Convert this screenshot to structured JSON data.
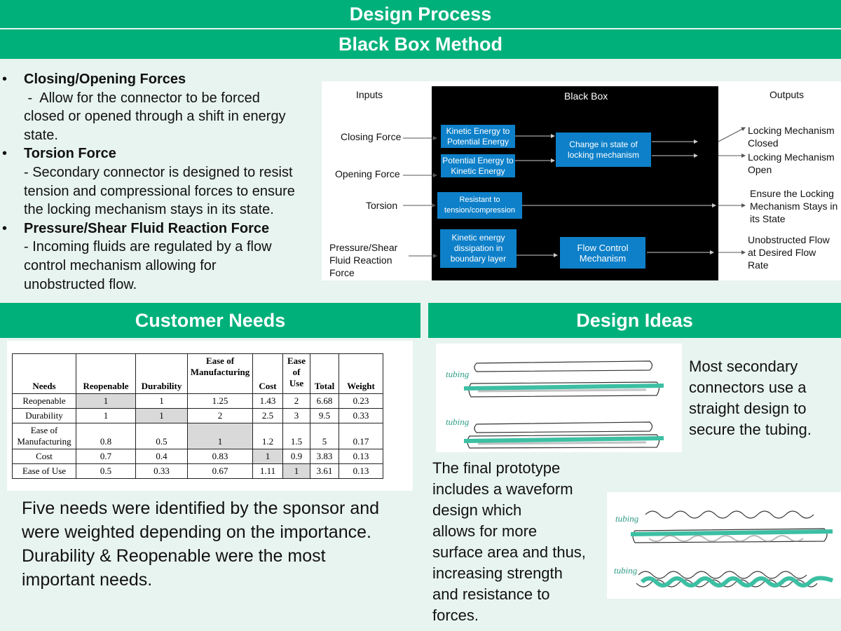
{
  "header": {
    "title": "Design Process",
    "subtitle": "Black Box Method"
  },
  "forces": [
    {
      "heading": "Closing/Opening Forces",
      "lines": [
        " -  Allow for the connector to be forced",
        "closed or opened through a shift in energy",
        "state."
      ]
    },
    {
      "heading": "Torsion Force",
      "lines": [
        "- Secondary connector is designed to resist",
        "tension and compressional forces to ensure",
        "the locking mechanism stays in its state."
      ]
    },
    {
      "heading": "Pressure/Shear Fluid Reaction Force",
      "lines": [
        "- Incoming fluids are regulated by a flow",
        "control mechanism allowing for",
        "unobstructed flow."
      ]
    }
  ],
  "black_box": {
    "inputs_title": "Inputs",
    "box_title": "Black Box",
    "outputs_title": "Outputs",
    "inputs": [
      "Closing Force",
      "Opening Force",
      "Torsion",
      "Pressure/Shear Fluid Reaction Force"
    ],
    "blocks": {
      "k2p": "Kinetic Energy to Potential Energy",
      "p2k": "Potential Energy to Kinetic Energy",
      "change": "Change in state of locking mechanism",
      "resist": "Resistant to tension/compression",
      "dissip": "Kinetic energy dissipation in boundary layer",
      "flow": "Flow Control Mechanism"
    },
    "outputs": [
      "Locking Mechanism Closed",
      "Locking Mechanism Open",
      "Ensure the Locking Mechanism Stays in its State",
      "Unobstructed Flow at Desired Flow Rate"
    ]
  },
  "customer_needs": {
    "title": "Customer Needs",
    "columns": [
      "Needs",
      "Reopenable",
      "Durability",
      "Ease of Manufacturing",
      "Cost",
      "Ease of Use",
      "Total",
      "Weight"
    ],
    "rows": [
      [
        "Reopenable",
        "1",
        "1",
        "1.25",
        "1.43",
        "2",
        "6.68",
        "0.23"
      ],
      [
        "Durability",
        "1",
        "1",
        "2",
        "2.5",
        "3",
        "9.5",
        "0.33"
      ],
      [
        "Ease of Manufacturing",
        "0.8",
        "0.5",
        "1",
        "1.2",
        "1.5",
        "5",
        "0.17"
      ],
      [
        "Cost",
        "0.7",
        "0.4",
        "0.83",
        "1",
        "0.9",
        "3.83",
        "0.13"
      ],
      [
        "Ease of Use",
        "0.5",
        "0.33",
        "0.67",
        "1.11",
        "1",
        "3.61",
        "0.13"
      ]
    ],
    "summary_lines": [
      "Five needs were identified by the sponsor and",
      "were weighted depending on the importance.",
      "Durability & Reopenable were the most",
      "important needs."
    ]
  },
  "design_ideas": {
    "title": "Design Ideas",
    "sketch_label": "tubing",
    "straight_lines": [
      "Most secondary",
      "connectors use a",
      "straight design to",
      "secure the tubing."
    ],
    "final_lines": [
      "The final prototype",
      "includes a waveform",
      "design which",
      "allows for more",
      "surface area and thus,",
      "increasing strength",
      "and resistance to",
      "forces."
    ]
  },
  "colors": {
    "band": "#00b07a",
    "background": "#e8f4ef",
    "block": "#0e80c9",
    "tubing": "#3cbfa3"
  }
}
